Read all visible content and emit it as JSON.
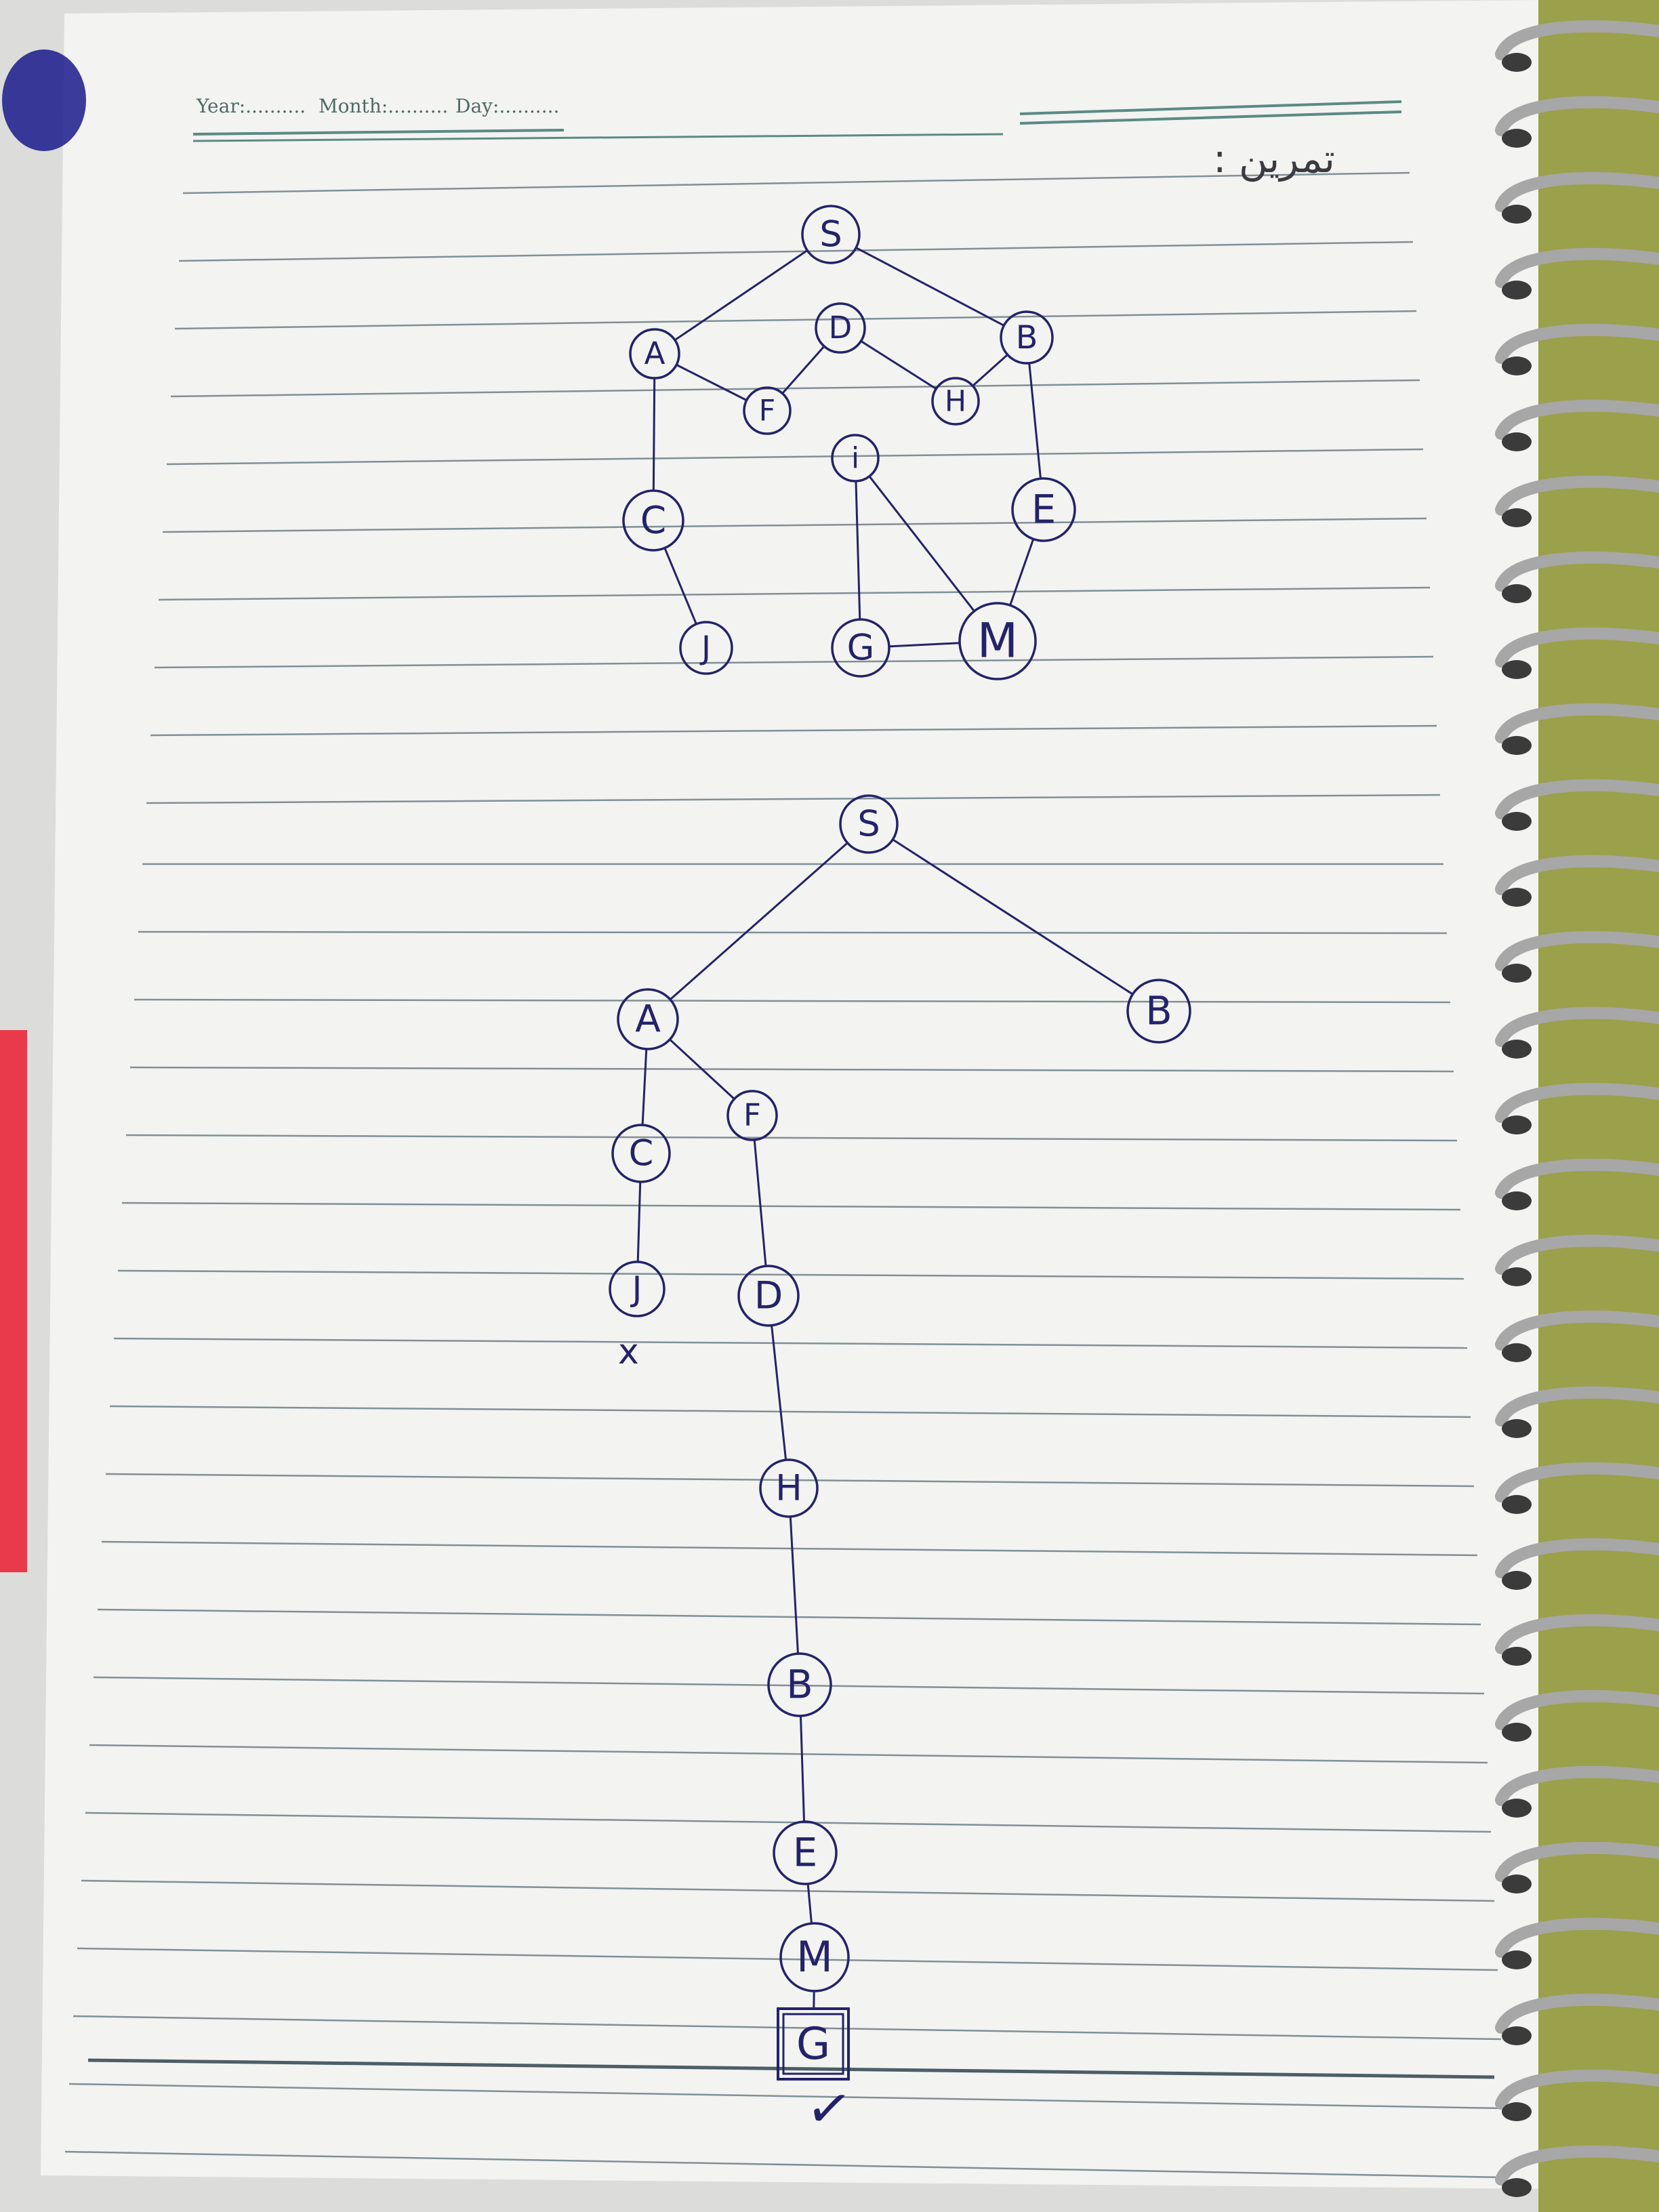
{
  "header": {
    "year_label": "Year:..........",
    "month_label": "Month:..........",
    "day_label": "Day:.........."
  },
  "title": "تمرين :",
  "marks": {
    "fail": "x",
    "success": "✓"
  },
  "colors": {
    "ink": "#23236b",
    "ruling": "#5c6f78",
    "paper": "#f3f3f1",
    "doodle": "#1a1a8c",
    "spiral": "#a7a7a7",
    "tab": "#e83a4a"
  },
  "graph": {
    "nodes": [
      {
        "id": "S",
        "label": "S"
      },
      {
        "id": "A",
        "label": "A"
      },
      {
        "id": "D",
        "label": "D"
      },
      {
        "id": "B",
        "label": "B"
      },
      {
        "id": "F",
        "label": "F"
      },
      {
        "id": "H",
        "label": "H"
      },
      {
        "id": "I",
        "label": "i"
      },
      {
        "id": "C",
        "label": "C"
      },
      {
        "id": "E",
        "label": "E"
      },
      {
        "id": "J",
        "label": "J"
      },
      {
        "id": "G",
        "label": "G"
      },
      {
        "id": "M",
        "label": "M"
      }
    ],
    "edges": [
      [
        "S",
        "A"
      ],
      [
        "S",
        "B"
      ],
      [
        "A",
        "F"
      ],
      [
        "F",
        "D"
      ],
      [
        "D",
        "H"
      ],
      [
        "H",
        "B"
      ],
      [
        "A",
        "C"
      ],
      [
        "C",
        "J"
      ],
      [
        "B",
        "E"
      ],
      [
        "E",
        "M"
      ],
      [
        "I",
        "G"
      ],
      [
        "I",
        "M"
      ],
      [
        "G",
        "M"
      ]
    ]
  },
  "tree": {
    "nodes": [
      {
        "id": "S",
        "label": "S"
      },
      {
        "id": "A",
        "label": "A"
      },
      {
        "id": "B1",
        "label": "B"
      },
      {
        "id": "C",
        "label": "C"
      },
      {
        "id": "F",
        "label": "F"
      },
      {
        "id": "J",
        "label": "J"
      },
      {
        "id": "D",
        "label": "D"
      },
      {
        "id": "H",
        "label": "H"
      },
      {
        "id": "B2",
        "label": "B"
      },
      {
        "id": "E",
        "label": "E"
      },
      {
        "id": "M",
        "label": "M"
      },
      {
        "id": "G",
        "label": "G",
        "goal": true
      }
    ],
    "edges": [
      [
        "S",
        "A"
      ],
      [
        "S",
        "B1"
      ],
      [
        "A",
        "C"
      ],
      [
        "A",
        "F"
      ],
      [
        "C",
        "J"
      ],
      [
        "F",
        "D"
      ],
      [
        "D",
        "H"
      ],
      [
        "H",
        "B2"
      ],
      [
        "B2",
        "E"
      ],
      [
        "E",
        "M"
      ],
      [
        "M",
        "G"
      ]
    ]
  }
}
